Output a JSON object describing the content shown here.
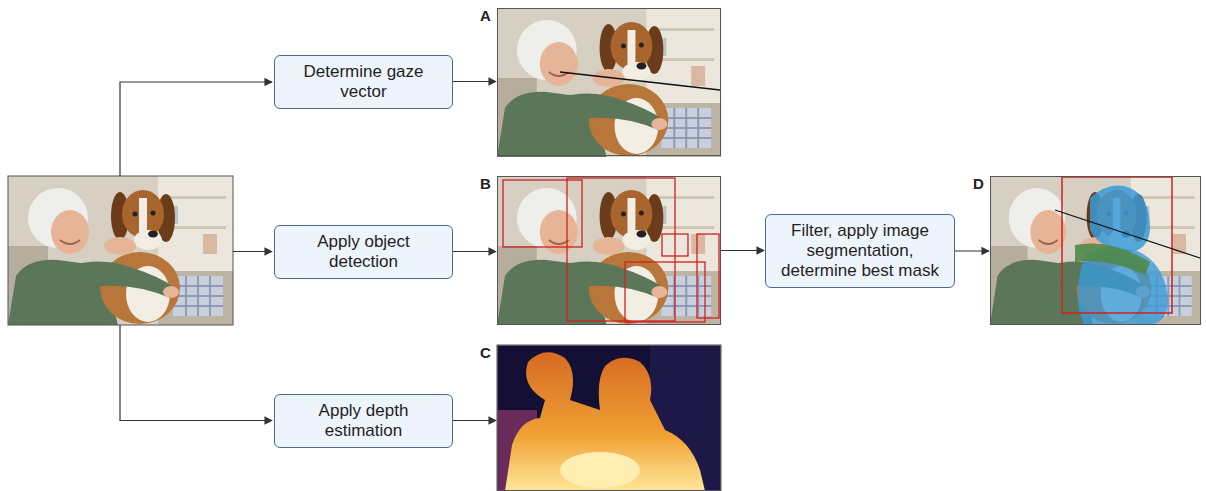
{
  "diagram": {
    "nodes": [
      {
        "text": [
          "Determine gaze vector"
        ]
      },
      {
        "text": [
          "A"
        ]
      },
      {
        "text": [
          "Apply object detection"
        ]
      },
      {
        "text": [
          "B"
        ]
      },
      {
        "text": [
          "Filter, apply image segmentation, determine best mask"
        ]
      },
      {
        "text": [
          "D"
        ]
      },
      {
        "text": [
          "Apply depth estimation"
        ]
      },
      {
        "text": [
          "C"
        ]
      }
    ],
    "edges": [
      {
        "from": 0,
        "to": 1,
        "arrow": "to"
      },
      {
        "from": 2,
        "to": 3,
        "arrow": "to"
      },
      {
        "from": 3,
        "to": 4,
        "arrow": "to"
      },
      {
        "from": 4,
        "to": 5,
        "arrow": "to"
      },
      {
        "from": 6,
        "to": 7,
        "arrow": "to"
      }
    ]
  }
}
